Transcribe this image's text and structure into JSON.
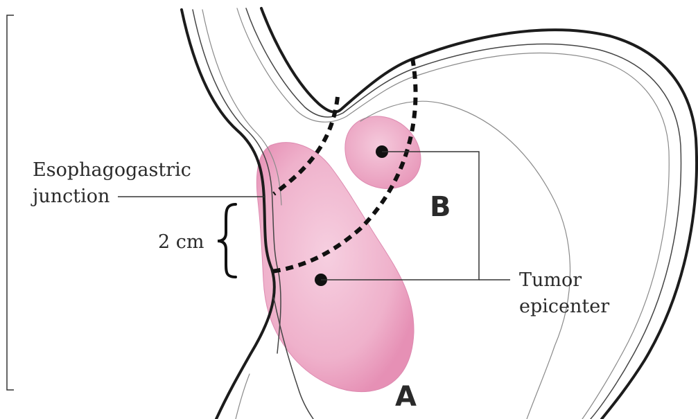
{
  "labels": {
    "esophagogastric_line1": "Esophagogastric",
    "esophagogastric_line2": "junction",
    "distance": "2 cm",
    "tumor_line1": "Tumor",
    "tumor_line2": "epicenter",
    "tumor_a": "A",
    "tumor_b": "B"
  },
  "colors": {
    "tumor_fill": "#ec9fbf",
    "outline": "#1c1c1c"
  }
}
